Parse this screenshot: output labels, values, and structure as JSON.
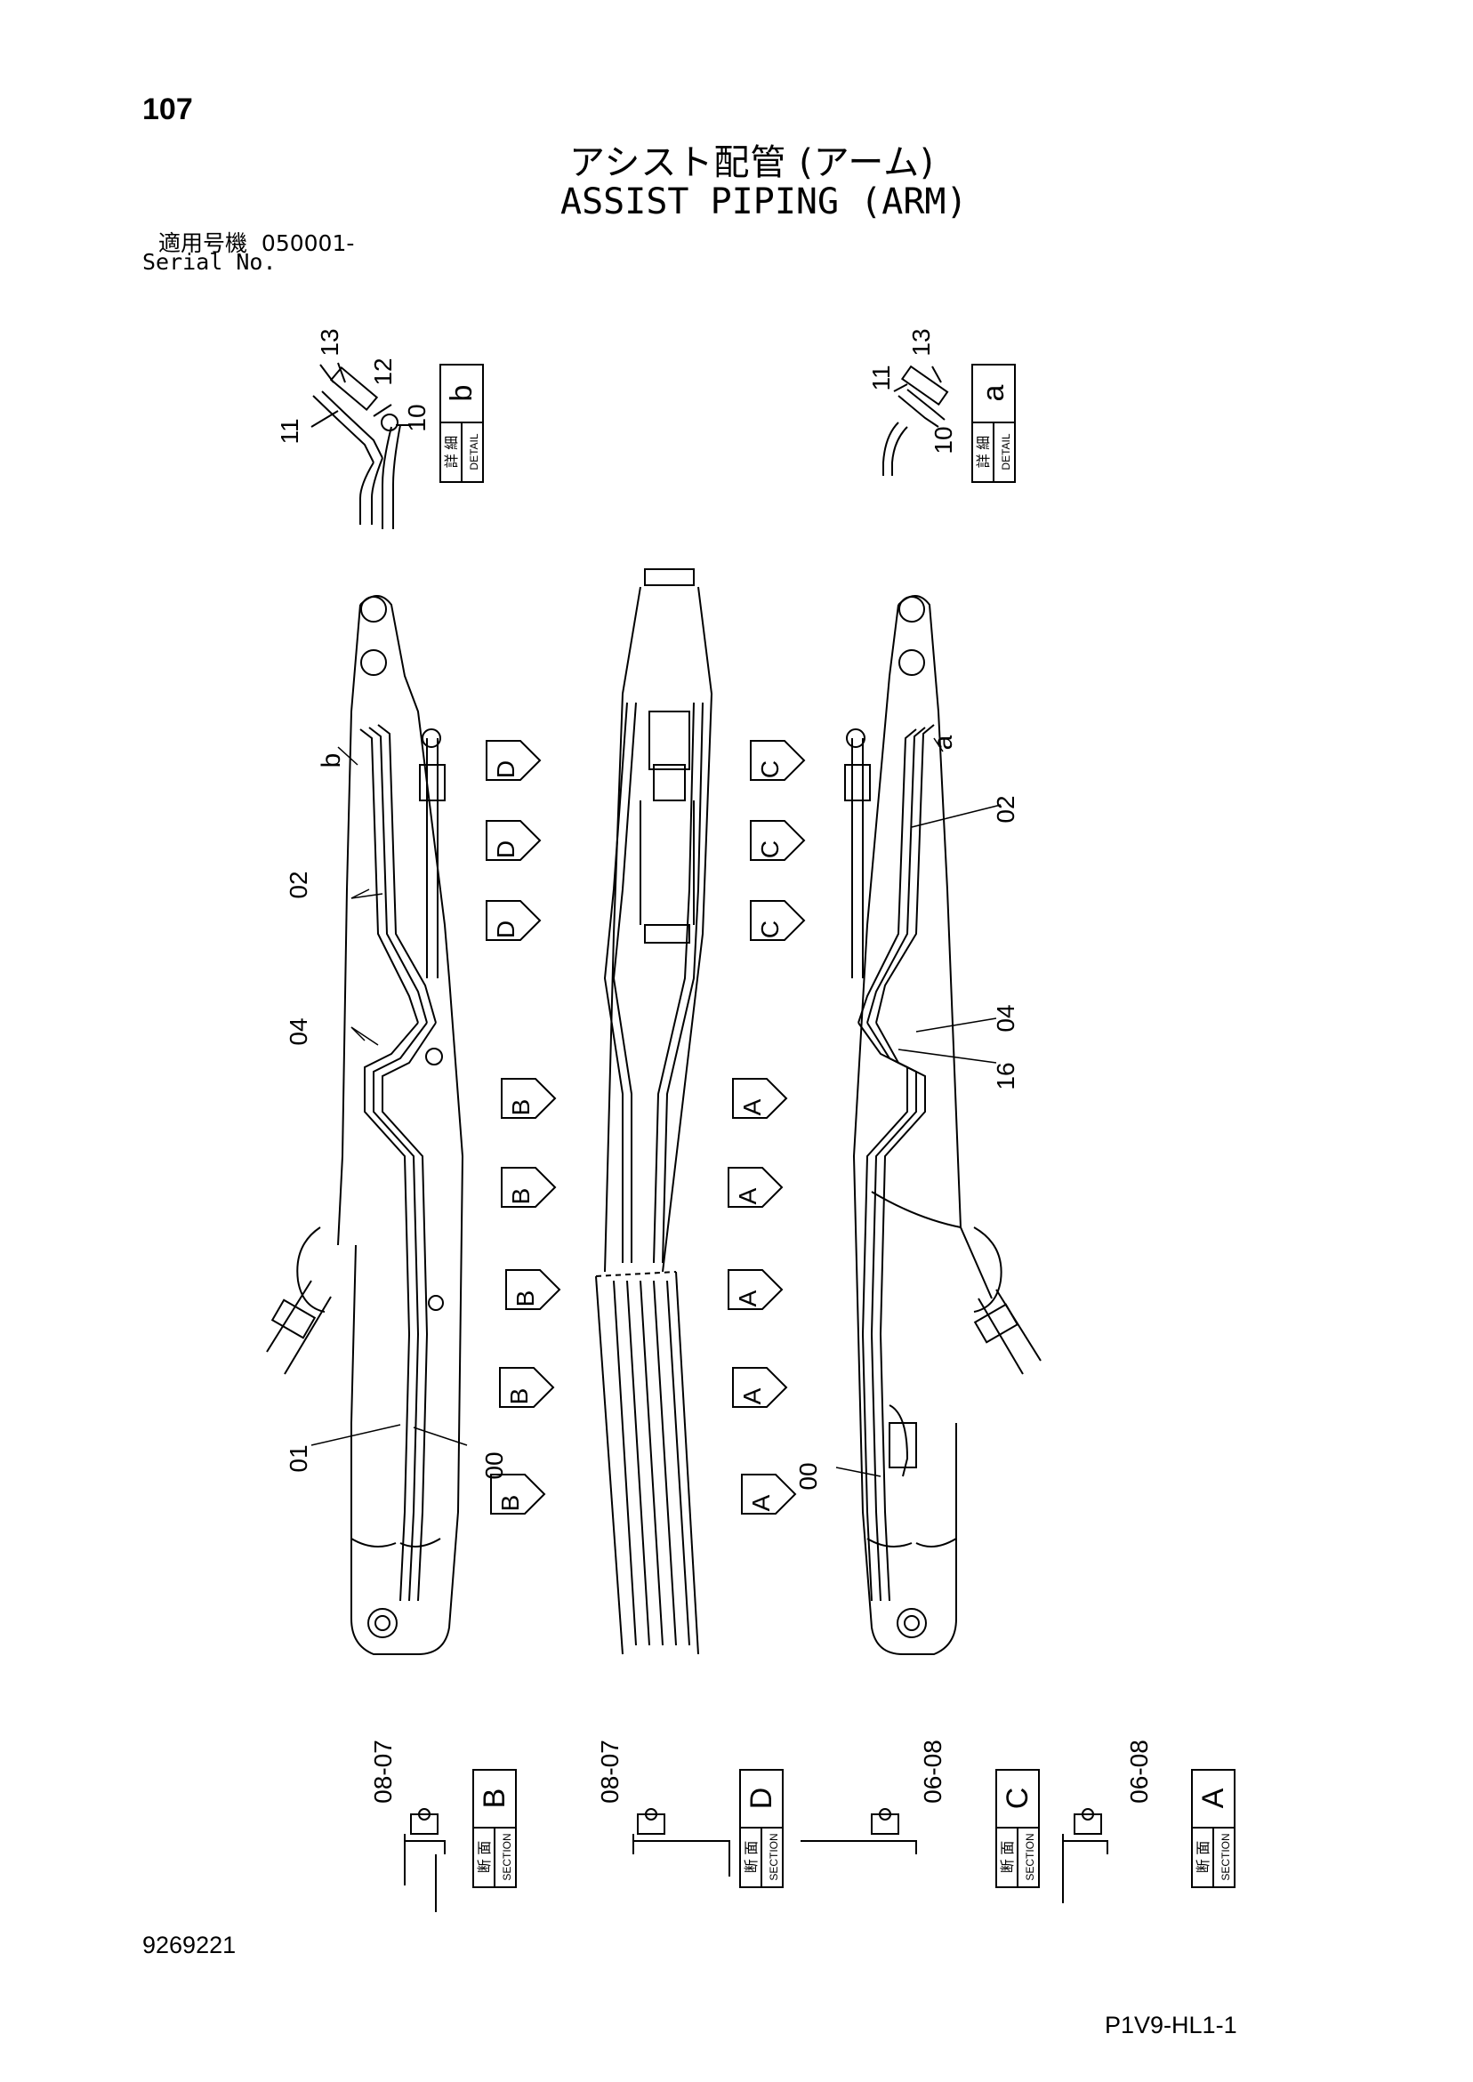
{
  "header": {
    "page_number": "107",
    "title_jp": "アシスト配管 (アーム)",
    "title_en": "ASSIST PIPING (ARM)",
    "serial_label_jp": "適用号機",
    "serial_value": "050001-",
    "serial_label_en": "Serial No."
  },
  "detail_boxes": [
    {
      "letter": "b",
      "jp": "詳 細",
      "en": "DETAIL"
    },
    {
      "letter": "a",
      "jp": "詳 細",
      "en": "DETAIL"
    }
  ],
  "section_boxes": [
    {
      "letter": "B",
      "jp": "断 面",
      "en": "SECTION",
      "parts": "08-07"
    },
    {
      "letter": "D",
      "jp": "断 面",
      "en": "SECTION",
      "parts": "08-07"
    },
    {
      "letter": "C",
      "jp": "断 面",
      "en": "SECTION",
      "parts": "06-08"
    },
    {
      "letter": "A",
      "jp": "断 面",
      "en": "SECTION",
      "parts": "06-08"
    }
  ],
  "callouts": {
    "detail_b": [
      "13",
      "12",
      "11",
      "10"
    ],
    "detail_a": [
      "11",
      "13",
      "10"
    ],
    "left_arm": [
      "b",
      "02",
      "04",
      "01",
      "00"
    ],
    "right_arm": [
      "a",
      "02",
      "04",
      "16",
      "00"
    ]
  },
  "section_markers": {
    "left_column_1": [
      "D",
      "D",
      "D"
    ],
    "left_column_2": [
      "B",
      "B",
      "B",
      "B",
      "B"
    ],
    "right_column_1": [
      "C",
      "C",
      "C"
    ],
    "right_column_2": [
      "A",
      "A",
      "A",
      "A",
      "A"
    ]
  },
  "footer": {
    "doc_number": "9269221",
    "page_code": "P1V9-HL1-1"
  }
}
